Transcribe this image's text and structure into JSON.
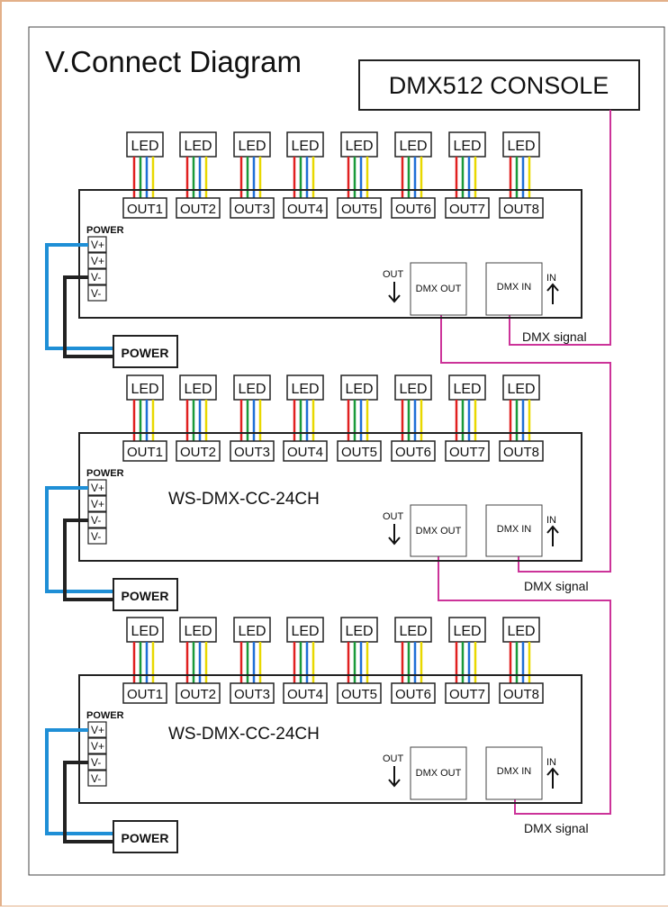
{
  "title": "V.Connect Diagram",
  "console_label": "DMX512 CONSOLE",
  "led_label": "LED",
  "outputs": [
    "OUT1",
    "OUT2",
    "OUT3",
    "OUT4",
    "OUT5",
    "OUT6",
    "OUT7",
    "OUT8"
  ],
  "power_header": "POWER",
  "power_pins": [
    "V+",
    "V+",
    "V-",
    "V-"
  ],
  "power_supply_label": "POWER",
  "dmx_out_label": "DMX OUT",
  "dmx_in_label": "DMX IN",
  "out_arrow_label": "OUT",
  "in_arrow_label": "IN",
  "dmx_signal_label": "DMX  signal",
  "units": [
    {
      "model": ""
    },
    {
      "model": "WS-DMX-CC-24CH"
    },
    {
      "model": "WS-DMX-CC-24CH"
    }
  ],
  "colors": {
    "frame": "#333333",
    "signal_wire": "#cc3399",
    "power_positive": "#1f8fd6",
    "power_negative": "#222222",
    "wire_red": "#e02020",
    "wire_green": "#1a9a3a",
    "wire_blue": "#1f6fd6",
    "wire_yellow": "#e8d800",
    "border_accent": "#e3b089"
  }
}
